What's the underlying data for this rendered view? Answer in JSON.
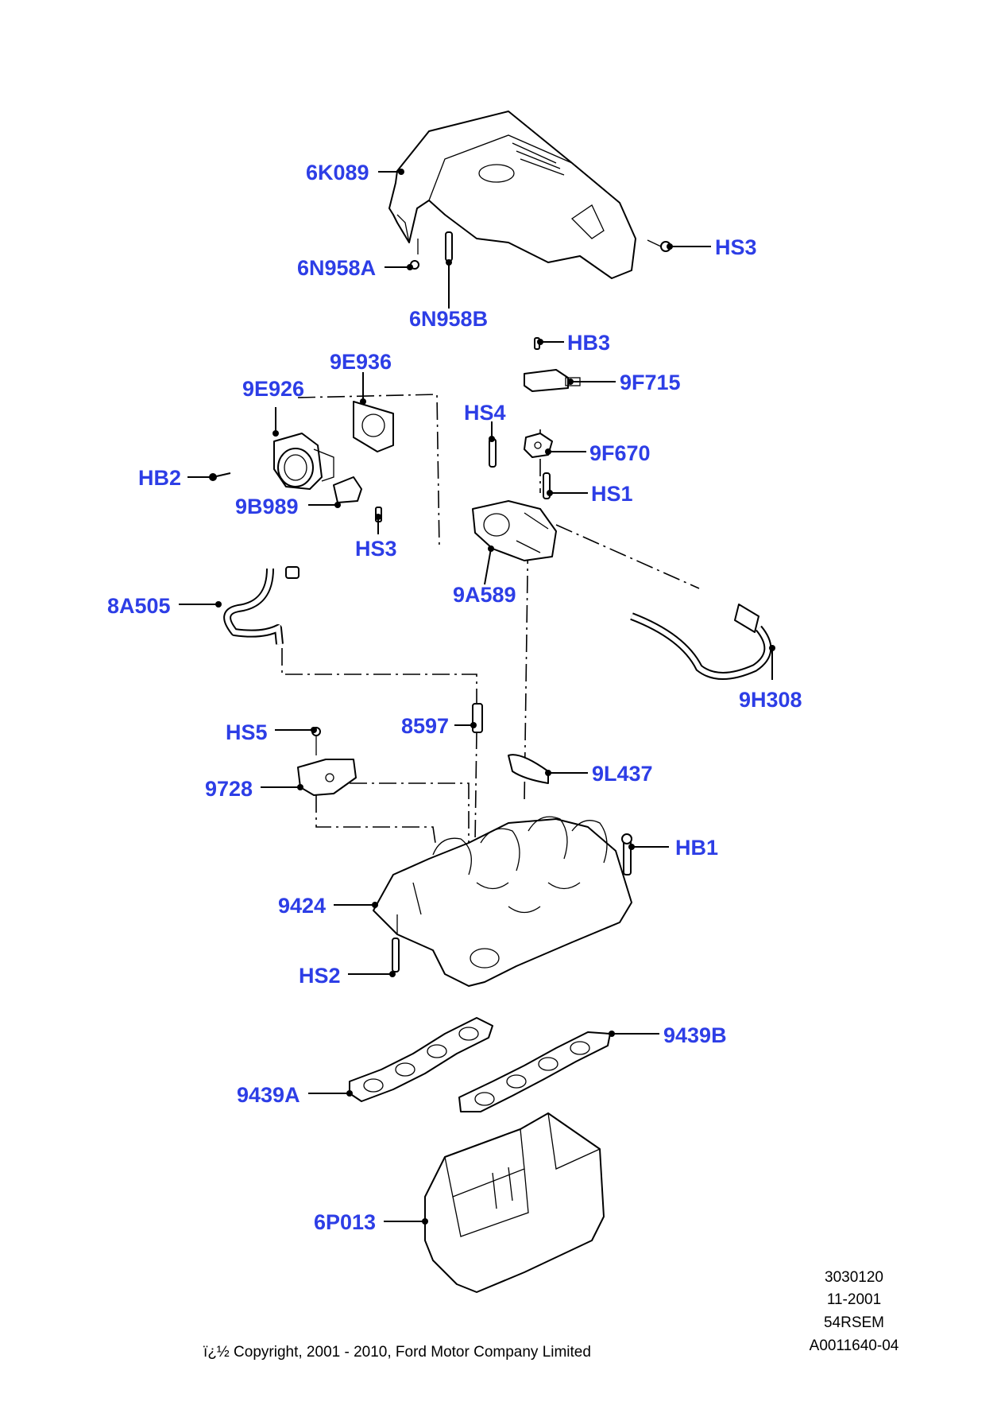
{
  "callouts": {
    "p6K089": "6K089",
    "p6N958A": "6N958A",
    "p6N958B": "6N958B",
    "pHS3_top": "HS3",
    "pHB3": "HB3",
    "p9E936": "9E936",
    "p9E926": "9E926",
    "p9F715": "9F715",
    "pHS4": "HS4",
    "p9F670": "9F670",
    "pHB2": "HB2",
    "pHS1": "HS1",
    "p9B989": "9B989",
    "pHS3_mid": "HS3",
    "p9A589": "9A589",
    "p8A505": "8A505",
    "p9H308": "9H308",
    "pHS5": "HS5",
    "p8597": "8597",
    "p9L437": "9L437",
    "p9728": "9728",
    "pHB1": "HB1",
    "p9424": "9424",
    "pHS2": "HS2",
    "p9439B": "9439B",
    "p9439A": "9439A",
    "p6P013": "6P013"
  },
  "footer": {
    "code1": "3030120",
    "date": "11-2001",
    "code2": "54RSEM",
    "code3": "A0011640-04",
    "copyright": "ï¿½ Copyright, 2001 - 2010, Ford Motor Company Limited"
  },
  "colors": {
    "callout_text": "#2d3ee6",
    "line_art": "#000000",
    "background": "#ffffff"
  }
}
